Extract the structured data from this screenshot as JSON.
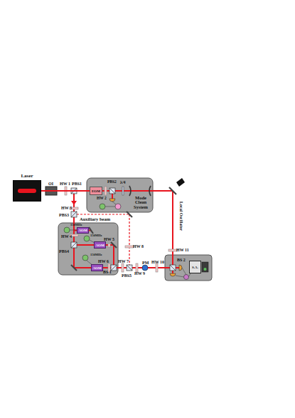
{
  "diagram": {
    "nodes": [
      {
        "text": [
          "Laser"
        ]
      },
      {
        "text": [
          "Mode Clean System"
        ]
      },
      {
        "text": [
          "EOM"
        ],
        "in": 1
      },
      {
        "text": [
          "AOM"
        ]
      },
      {
        "text": [
          "AOM"
        ]
      },
      {
        "text": [
          "AOM"
        ]
      },
      {
        "text": [
          "S.A."
        ]
      }
    ],
    "edges": [
      {
        "from": 0,
        "to": 2,
        "arrow": "none"
      }
    ],
    "labels": [
      "OI",
      "HW 1",
      "PBS1",
      "HW 2",
      "PBS2",
      "λ/4",
      "Local Oscillator",
      "HW 3",
      "PBS3",
      "Auxiliary beam",
      "HW 4",
      "PBS4",
      "150MHz",
      "150MHz",
      "150MHz",
      "HW 5",
      "HW 6",
      "BS 1",
      "HW 7",
      "HW 8",
      "HW 9",
      "PBS5",
      "PM",
      "HW 10",
      "HW 11",
      "BS 2"
    ]
  }
}
